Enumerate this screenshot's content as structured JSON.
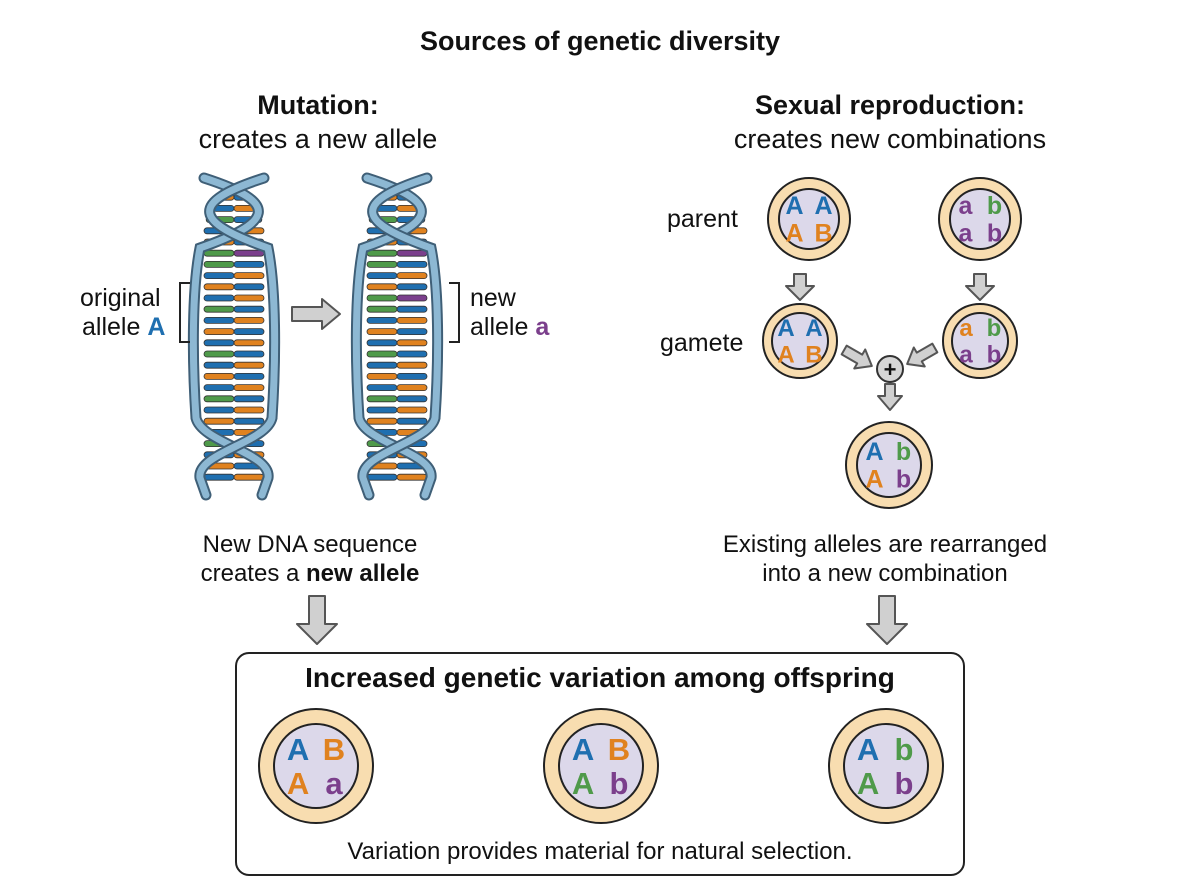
{
  "title": "Sources of genetic diversity",
  "mutation": {
    "heading": "Mutation:",
    "subheading": "creates a new allele",
    "original_label": "original",
    "original_label_2": "allele",
    "original_allele": "A",
    "new_label": "new",
    "new_label_2": "allele",
    "new_allele": "a",
    "caption_line1": "New DNA sequence",
    "caption_line2_pre": "creates a ",
    "caption_line2_bold": "new allele"
  },
  "sexual": {
    "heading": "Sexual reproduction:",
    "subheading": "creates new combinations",
    "parent_label": "parent",
    "gamete_label": "gamete",
    "plus_symbol": "+",
    "caption_line1": "Existing alleles are rearranged",
    "caption_line2": "into a new combination"
  },
  "cells": {
    "parent1": [
      "A",
      "A",
      "A",
      "B"
    ],
    "parent2": [
      "a",
      "b",
      "a",
      "b"
    ],
    "gamete1": [
      "A",
      "A",
      "A",
      "B"
    ],
    "gamete2": [
      "a",
      "b",
      "a",
      "b"
    ],
    "zygote": [
      "A",
      "b",
      "A",
      "b"
    ],
    "offspring1": [
      "A",
      "B",
      "A",
      "a"
    ],
    "offspring2": [
      "A",
      "B",
      "A",
      "b"
    ],
    "offspring3": [
      "A",
      "b",
      "A",
      "b"
    ]
  },
  "result": {
    "title": "Increased genetic variation among offspring",
    "note": "Variation provides material for natural selection."
  },
  "colors": {
    "blue": "#1f6fb0",
    "orange": "#e0821f",
    "green": "#4f9a4a",
    "purple": "#7b3f8c",
    "cell_outer": "#f8ddb0",
    "cell_inner": "#dcd8ea",
    "strand": "#8db8d3",
    "arrow": "#d0d0d0"
  }
}
